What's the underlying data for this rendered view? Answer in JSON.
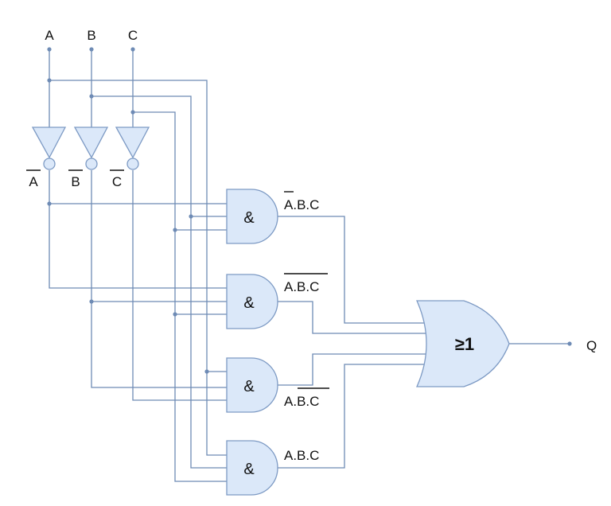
{
  "inputs": {
    "a": "A",
    "b": "B",
    "c": "C"
  },
  "inverted": {
    "a": "A",
    "b": "B",
    "c": "C"
  },
  "gates": {
    "and_symbol": "&",
    "or_symbol": "≥1"
  },
  "terms": [
    {
      "parts": [
        "A",
        ".B.C"
      ]
    },
    {
      "parts": [
        "A.B.C"
      ]
    },
    {
      "parts": [
        "A.",
        "B.C"
      ]
    },
    {
      "parts": [
        "A.B.C"
      ]
    }
  ],
  "output": "Q",
  "colors": {
    "wire": "#6e8bb5",
    "gate_fill": "#dbe8f9",
    "gate_stroke": "#7d9ac4",
    "text": "#111111"
  }
}
